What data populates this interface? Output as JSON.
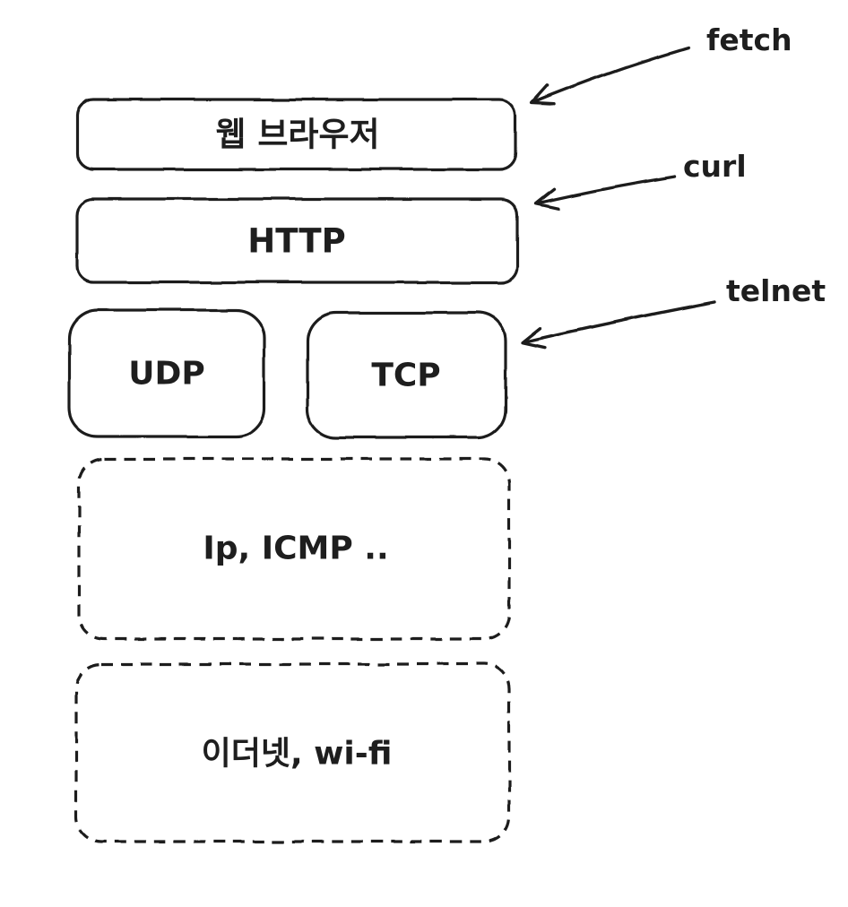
{
  "colors": {
    "stroke": "#1e1e1e",
    "background": "#ffffff"
  },
  "layers": [
    {
      "id": "web-browser",
      "label": "웹 브라우저",
      "style": "solid"
    },
    {
      "id": "http",
      "label": "HTTP",
      "style": "solid"
    },
    {
      "id": "udp",
      "label": "UDP",
      "style": "solid"
    },
    {
      "id": "tcp",
      "label": "TCP",
      "style": "solid"
    },
    {
      "id": "ip-icmp",
      "label": "Ip, ICMP ..",
      "style": "dashed"
    },
    {
      "id": "ethernet-wifi",
      "label": "이더넷, wi-fi",
      "style": "dashed"
    }
  ],
  "annotations": [
    {
      "id": "fetch",
      "label": "fetch",
      "target": "웹 브라우저"
    },
    {
      "id": "curl",
      "label": "curl",
      "target": "HTTP"
    },
    {
      "id": "telnet",
      "label": "telnet",
      "target": "TCP"
    }
  ]
}
